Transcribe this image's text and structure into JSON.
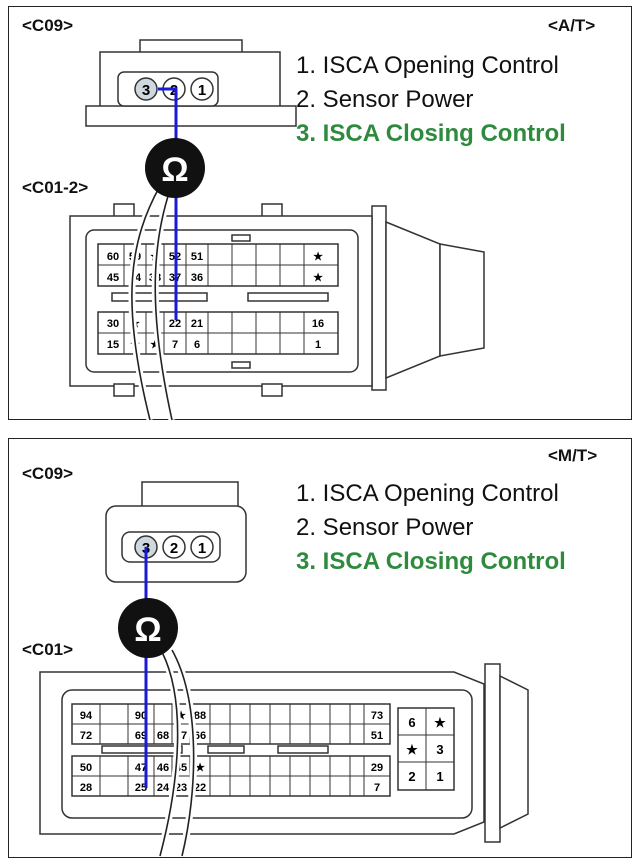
{
  "top": {
    "variant": "<A/T>",
    "connector_a": "<C09>",
    "connector_b": "<C01-2>",
    "legend": [
      "1. ISCA Opening Control",
      "2. Sensor Power",
      "3. ISCA Closing Control"
    ],
    "c09_pins": [
      "3",
      "2",
      "1"
    ],
    "c012_upper": [
      "60",
      "59",
      "★",
      "52",
      "51",
      "★",
      "45",
      "44",
      "38",
      "37",
      "36",
      "★"
    ],
    "c012_lower": [
      "30",
      "★",
      "22",
      "21",
      "16",
      "15",
      "★",
      "★",
      "7",
      "6",
      "1"
    ]
  },
  "bottom": {
    "variant": "<M/T>",
    "connector_a": "<C09>",
    "connector_b": "<C01>",
    "legend": [
      "1. ISCA Opening Control",
      "2. Sensor Power",
      "3. ISCA Closing Control"
    ],
    "c09_pins": [
      "3",
      "2",
      "1"
    ],
    "c01_upper": [
      "94",
      "90",
      "★",
      "88",
      "73",
      "72",
      "69",
      "68",
      "67",
      "66",
      "51"
    ],
    "c01_lower": [
      "50",
      "47",
      "46",
      "45",
      "★",
      "29",
      "28",
      "25",
      "24",
      "23",
      "22",
      "7"
    ],
    "c01_side": [
      "6",
      "★",
      "★",
      "3",
      "2",
      "1"
    ]
  },
  "meter_symbol": "Ω",
  "colors": {
    "probe_wire": "#1a1ad6",
    "highlight_text": "#2e8b3e",
    "line": "#333333"
  }
}
